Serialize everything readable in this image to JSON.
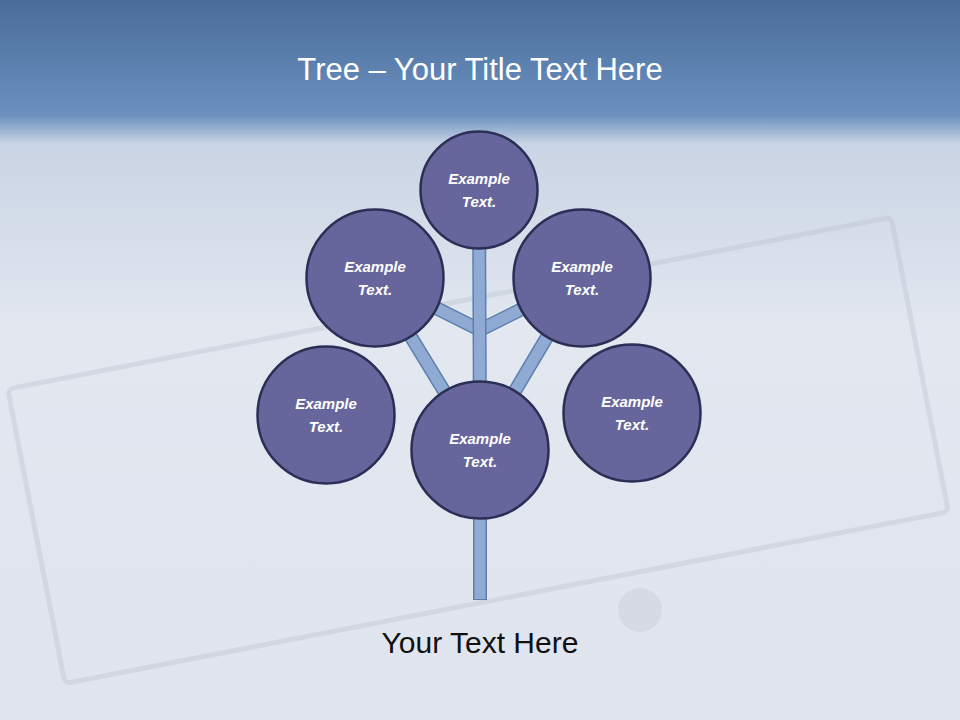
{
  "diagram": {
    "title": "Tree – Your Title Text Here",
    "caption": "Your Text Here",
    "nodes": [
      {
        "text": [
          "Example Text."
        ]
      },
      {
        "text": [
          "Example Text."
        ]
      },
      {
        "text": [
          "Example Text."
        ]
      },
      {
        "text": [
          "Example Text."
        ]
      },
      {
        "text": [
          "Example Text."
        ]
      },
      {
        "text": [
          "Example Text."
        ]
      }
    ],
    "edges": [
      {
        "from": 4,
        "to": 0,
        "arrow": "none"
      },
      {
        "from": 4,
        "to": 1,
        "arrow": "none"
      },
      {
        "from": 4,
        "to": 2,
        "arrow": "none"
      }
    ]
  }
}
